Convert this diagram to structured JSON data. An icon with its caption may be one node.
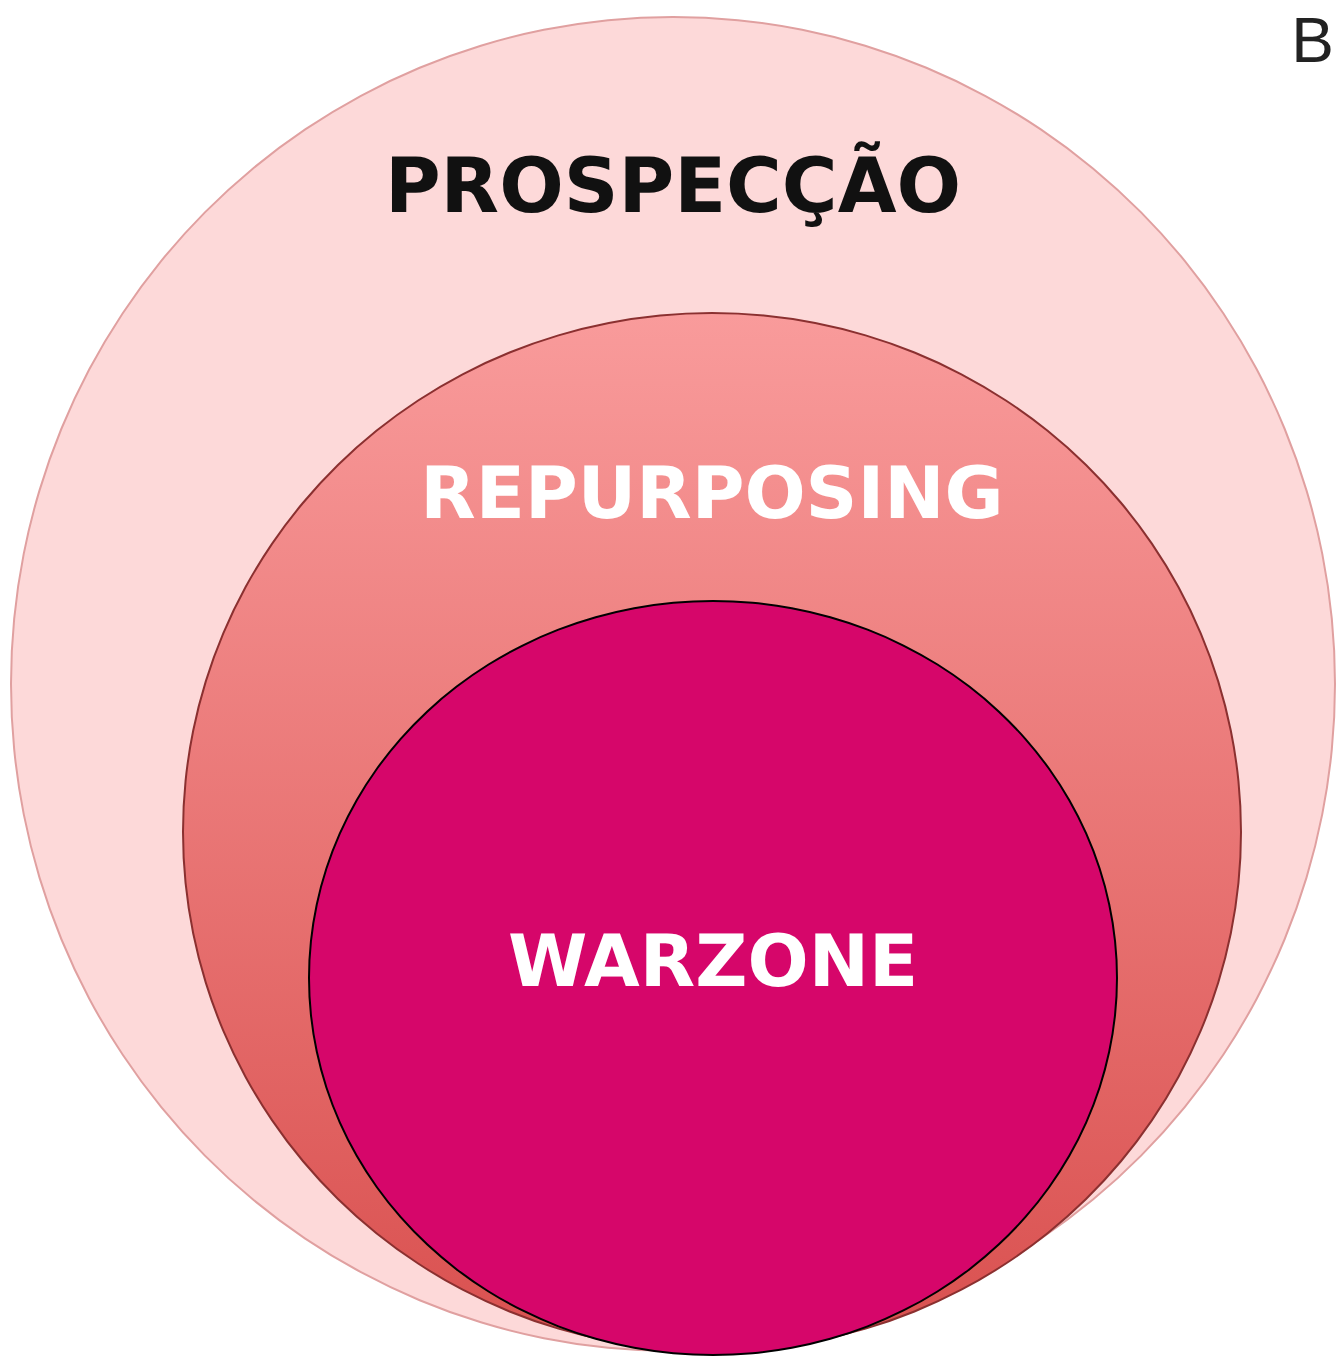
{
  "diagram": {
    "nodes": [
      {
        "text": [
          "PROSPECÇÃO"
        ]
      },
      {
        "text": [
          "REPURPOSING"
        ],
        "in": 0
      },
      {
        "text": [
          "WARZONE"
        ],
        "in": 1
      }
    ],
    "labels": [
      "B"
    ]
  }
}
